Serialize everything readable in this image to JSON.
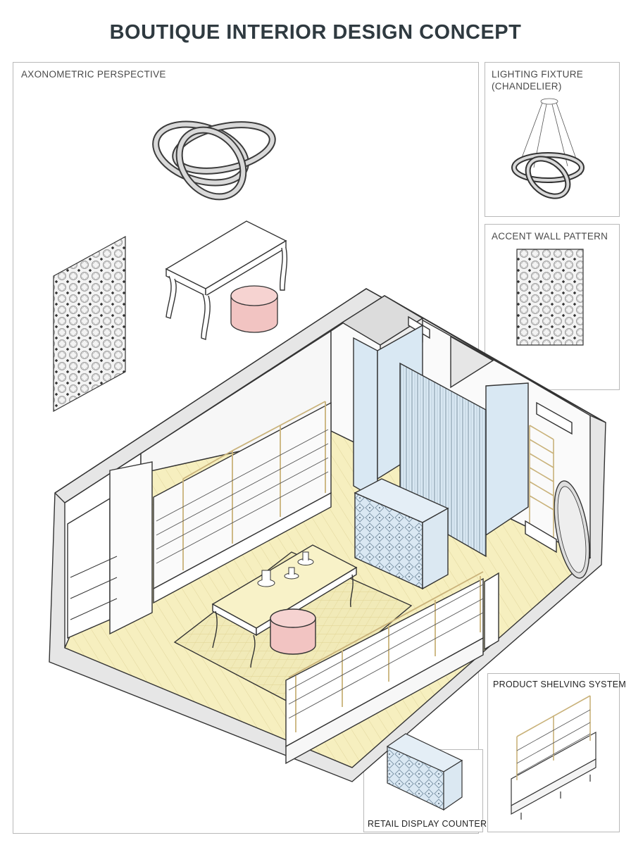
{
  "title": "BOUTIQUE INTERIOR DESIGN CONCEPT",
  "panels": {
    "main": "AXONOMETRIC PERSPECTIVE",
    "chandelier_line1": "LIGHTING FIXTURE",
    "chandelier_line2": "(CHANDELIER)",
    "accent": "ACCENT WALL PATTERN",
    "shelving": "PRODUCT SHELVING SYSTEM",
    "counter": "RETAIL DISPLAY COUNTER"
  },
  "colors": {
    "floor": "#f6efbf",
    "wall_blue": "#d9e8f3",
    "ottoman": "#f2c4c2",
    "shelf_frame": "#c9b27a",
    "line": "#3a3a3a"
  }
}
